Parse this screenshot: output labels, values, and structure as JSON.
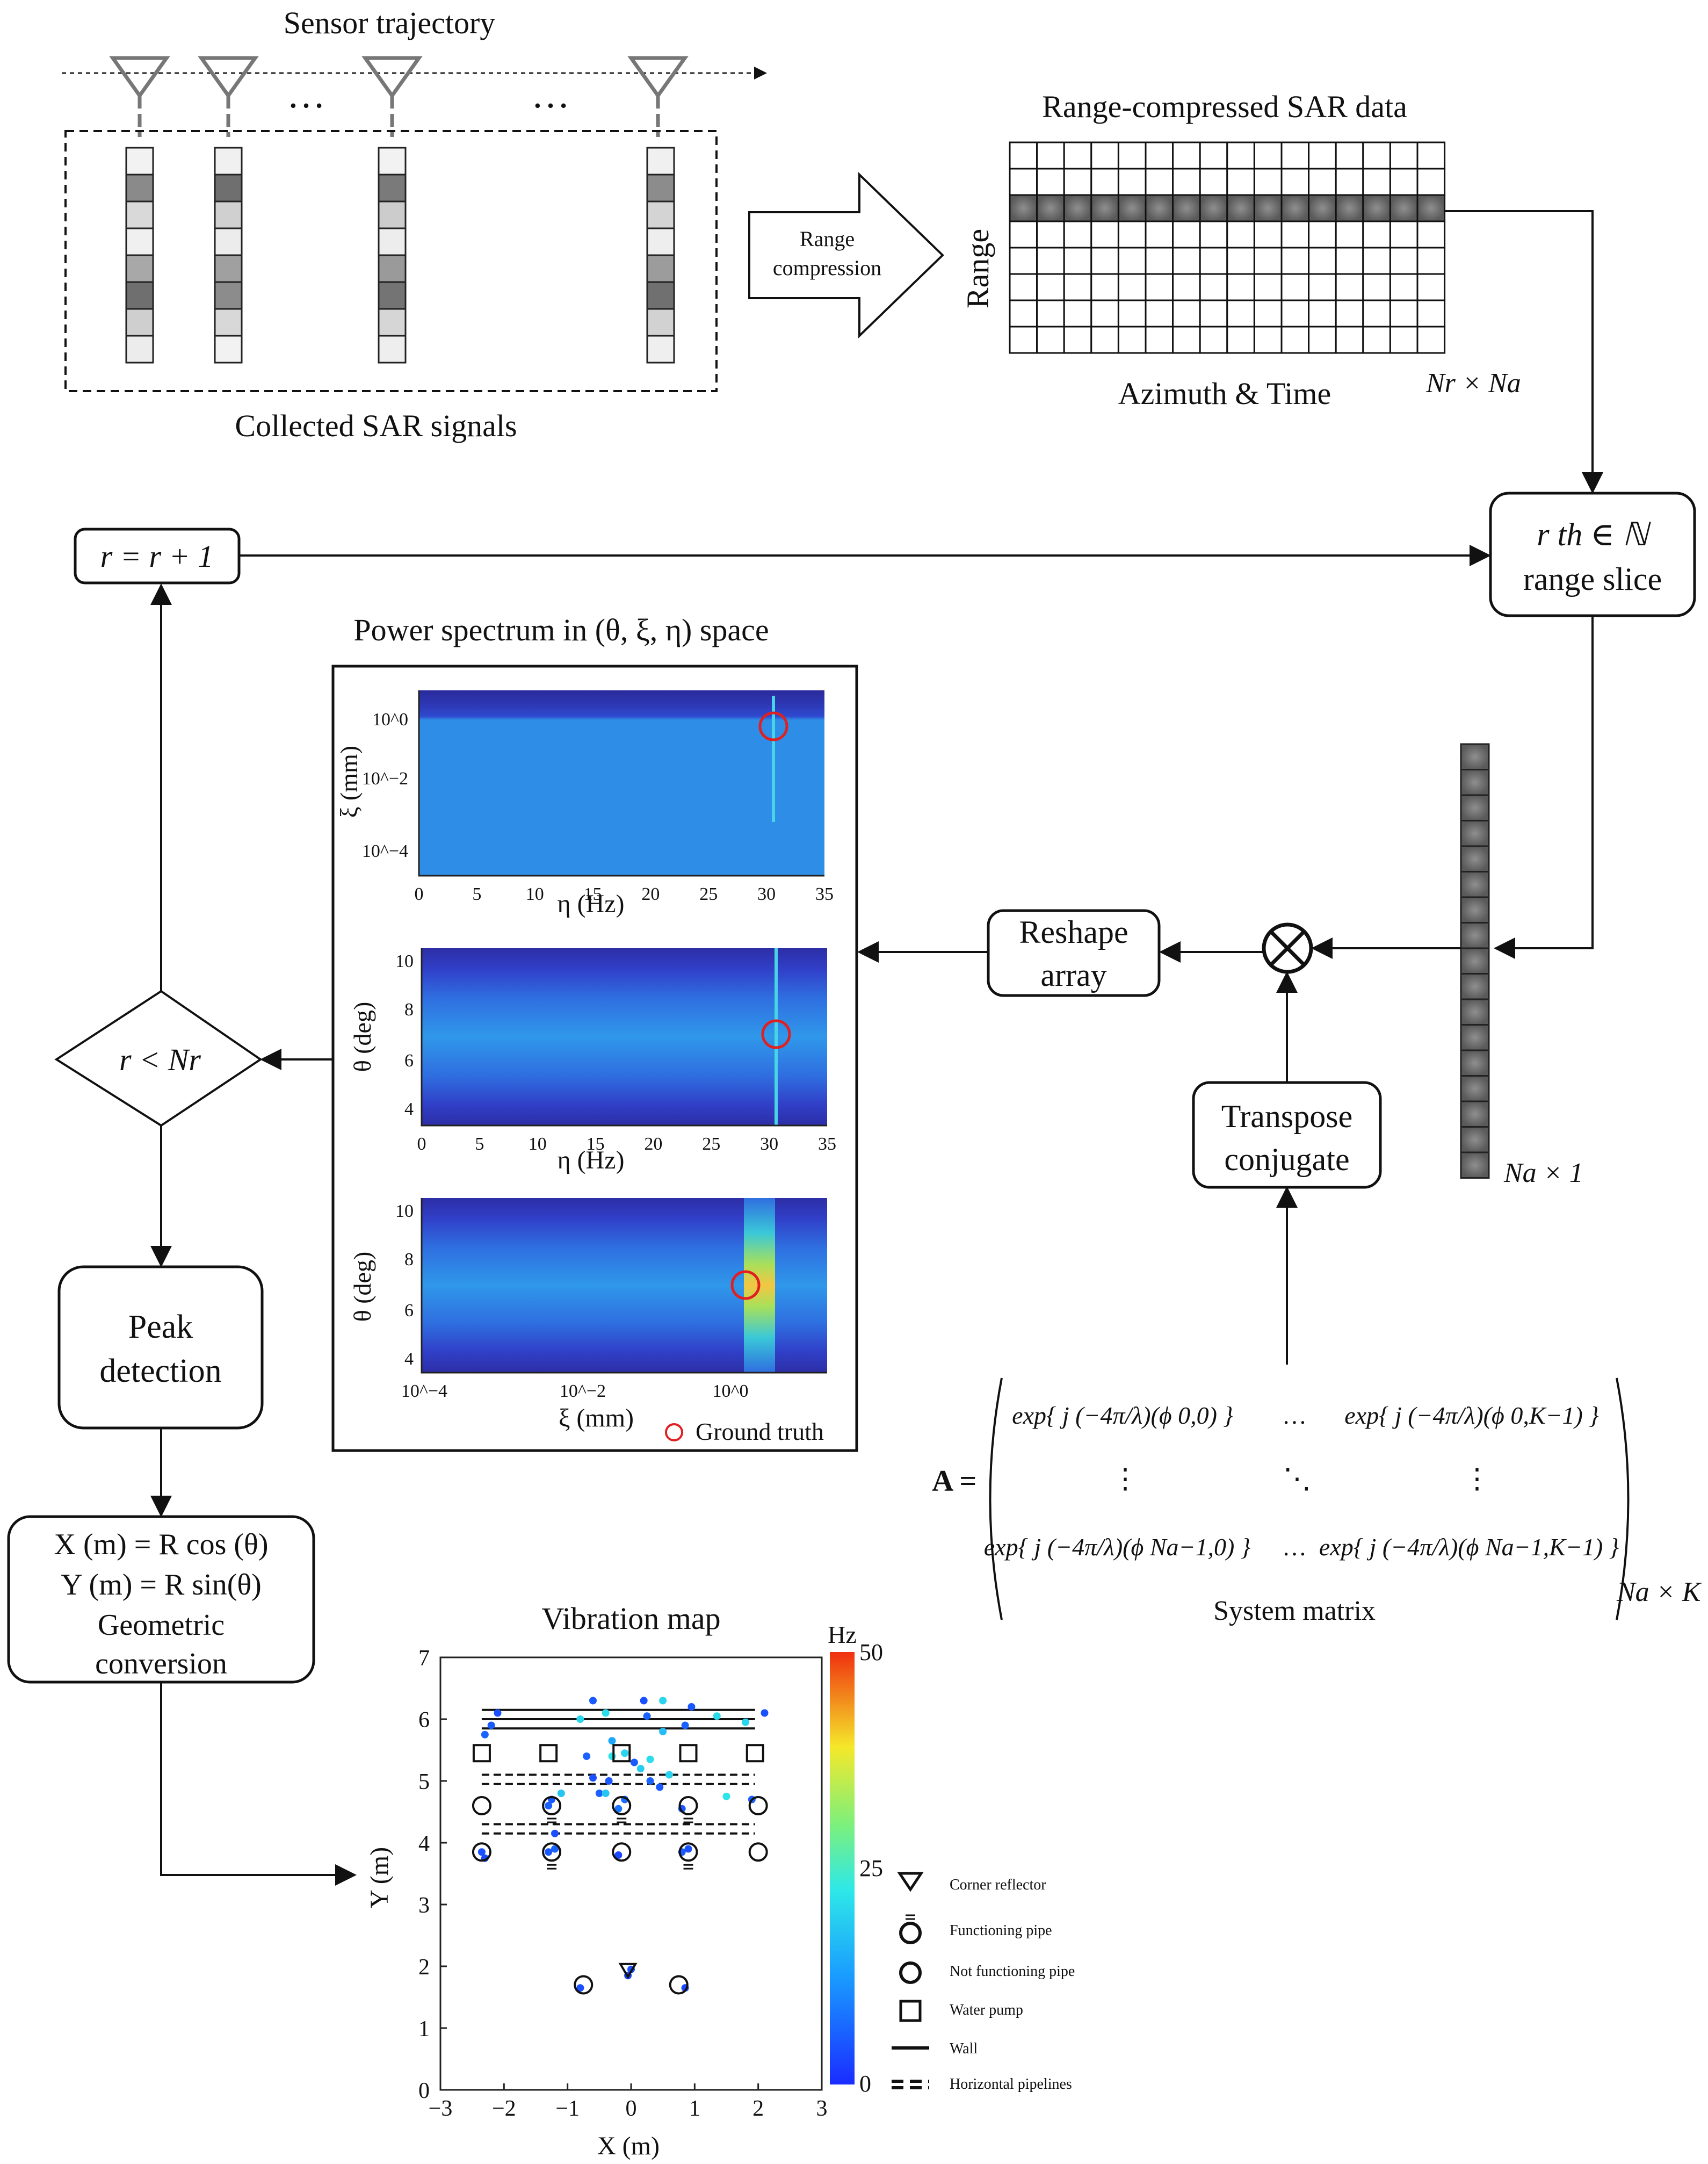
{
  "sensor": {
    "trajectory_label": "Sensor trajectory",
    "dots": "…",
    "collected_label": "Collected SAR signals"
  },
  "range_compression": {
    "label_line1": "Range",
    "label_line2": "compression"
  },
  "rc_data": {
    "title": "Range-compressed SAR data",
    "y_label": "Range",
    "x_label": "Azimuth & Time",
    "size_label": "Nr × Na"
  },
  "range_slice": {
    "line1": "r th ∈ ℕ",
    "line2": "range slice"
  },
  "increment": {
    "label": "r = r + 1"
  },
  "power_spectrum": {
    "title": "Power spectrum in (θ, ξ, η) space",
    "plot1": {
      "ylabel": "ξ (mm)",
      "xlabel": "η (Hz)",
      "yticks": [
        "10^0",
        "10^−2",
        "10^−4"
      ],
      "xticks": [
        "0",
        "5",
        "10",
        "15",
        "20",
        "25",
        "30",
        "35"
      ]
    },
    "plot2": {
      "ylabel": "θ (deg)",
      "xlabel": "η (Hz)",
      "yticks": [
        "10",
        "8",
        "6",
        "4"
      ],
      "xticks": [
        "0",
        "5",
        "10",
        "15",
        "20",
        "25",
        "30",
        "35"
      ]
    },
    "plot3": {
      "ylabel": "θ (deg)",
      "xlabel": "ξ (mm)",
      "yticks": [
        "10",
        "8",
        "6",
        "4"
      ],
      "xticks": [
        "10^−4",
        "10^−2",
        "10^0"
      ]
    },
    "legend": "Ground truth"
  },
  "reshape": {
    "line1": "Reshape",
    "line2": "array"
  },
  "transpose": {
    "line1": "Transpose",
    "line2": "conjugate"
  },
  "vector_label": "Na × 1",
  "decision": {
    "label": "r < Nr"
  },
  "peak": {
    "line1": "Peak",
    "line2": "detection"
  },
  "geometric": {
    "line1": "X (m) = R cos (θ)",
    "line2": "Y (m) = R sin(θ)",
    "line3": "Geometric",
    "line4": "conversion"
  },
  "system_matrix": {
    "symbol": "A =",
    "label": "System matrix",
    "size_label": "Na × K",
    "e00": "exp{ j (−4π/λ)(ϕ 0,0) }",
    "e01": "exp{ j (−4π/λ)(ϕ 0,K−1) }",
    "e10": "exp{ j (−4π/λ)(ϕ Na−1,0) }",
    "e11": "exp{ j (−4π/λ)(ϕ Na−1,K−1) }",
    "hdots": "…",
    "vdots": "⋮",
    "ddots": "⋱"
  },
  "chart_data": {
    "type": "scatter",
    "title": "Vibration map",
    "xlabel": "X (m)",
    "ylabel": "Y (m)",
    "xlim": [
      -3,
      3
    ],
    "ylim": [
      0,
      7
    ],
    "xticks": [
      -3,
      -2,
      -1,
      0,
      1,
      2,
      3
    ],
    "yticks": [
      0,
      1,
      2,
      3,
      4,
      5,
      6,
      7
    ],
    "colorbar": {
      "label": "Hz",
      "ticks": [
        0,
        25,
        50
      ],
      "range": [
        0,
        50
      ]
    },
    "legend": [
      "Corner reflector",
      "Functioning pipe",
      "Not functioning pipe",
      "Water pump",
      "Wall",
      "Horizontal pipelines"
    ],
    "points": [
      {
        "x": -2.3,
        "y": 3.75,
        "hz": 3
      },
      {
        "x": -2.35,
        "y": 3.85,
        "hz": 4
      },
      {
        "x": -1.3,
        "y": 3.85,
        "hz": 5
      },
      {
        "x": -1.2,
        "y": 3.9,
        "hz": 6
      },
      {
        "x": -0.2,
        "y": 3.8,
        "hz": 3
      },
      {
        "x": 0.8,
        "y": 3.85,
        "hz": 5
      },
      {
        "x": 0.9,
        "y": 3.9,
        "hz": 4
      },
      {
        "x": -1.3,
        "y": 4.6,
        "hz": 6
      },
      {
        "x": -1.25,
        "y": 4.7,
        "hz": 5
      },
      {
        "x": -0.2,
        "y": 4.55,
        "hz": 8
      },
      {
        "x": -0.1,
        "y": 4.7,
        "hz": 7
      },
      {
        "x": 0.8,
        "y": 4.55,
        "hz": 5
      },
      {
        "x": -0.5,
        "y": 4.8,
        "hz": 6
      },
      {
        "x": -0.35,
        "y": 5.0,
        "hz": 5
      },
      {
        "x": -0.6,
        "y": 5.05,
        "hz": 4
      },
      {
        "x": 0.3,
        "y": 5.0,
        "hz": 6
      },
      {
        "x": 0.45,
        "y": 4.9,
        "hz": 5
      },
      {
        "x": -0.7,
        "y": 5.4,
        "hz": 6
      },
      {
        "x": 0.05,
        "y": 5.3,
        "hz": 5
      },
      {
        "x": 1.9,
        "y": 4.7,
        "hz": 6
      },
      {
        "x": -2.1,
        "y": 6.1,
        "hz": 4
      },
      {
        "x": -2.2,
        "y": 5.9,
        "hz": 5
      },
      {
        "x": -0.6,
        "y": 6.3,
        "hz": 5
      },
      {
        "x": 0.2,
        "y": 6.3,
        "hz": 4
      },
      {
        "x": 0.95,
        "y": 6.2,
        "hz": 5
      },
      {
        "x": 2.1,
        "y": 6.1,
        "hz": 4
      },
      {
        "x": -2.3,
        "y": 5.75,
        "hz": 6
      },
      {
        "x": 0.25,
        "y": 6.05,
        "hz": 6
      },
      {
        "x": 0.85,
        "y": 5.9,
        "hz": 6
      },
      {
        "x": -0.3,
        "y": 5.65,
        "hz": 14
      },
      {
        "x": 0.5,
        "y": 5.8,
        "hz": 17
      },
      {
        "x": -0.8,
        "y": 6.0,
        "hz": 20
      },
      {
        "x": -0.3,
        "y": 5.4,
        "hz": 22
      },
      {
        "x": -0.1,
        "y": 5.45,
        "hz": 20
      },
      {
        "x": 0.3,
        "y": 5.35,
        "hz": 21
      },
      {
        "x": 0.15,
        "y": 5.2,
        "hz": 19
      },
      {
        "x": 0.6,
        "y": 5.1,
        "hz": 20
      },
      {
        "x": -0.4,
        "y": 4.8,
        "hz": 18
      },
      {
        "x": 1.5,
        "y": 4.75,
        "hz": 22
      },
      {
        "x": -1.1,
        "y": 4.8,
        "hz": 18
      },
      {
        "x": 1.35,
        "y": 6.05,
        "hz": 21
      },
      {
        "x": 1.8,
        "y": 5.95,
        "hz": 20
      },
      {
        "x": -0.4,
        "y": 6.1,
        "hz": 21
      },
      {
        "x": 0.5,
        "y": 6.3,
        "hz": 20
      },
      {
        "x": -1.2,
        "y": 4.15,
        "hz": 4
      },
      {
        "x": -0.05,
        "y": 1.85,
        "hz": 3
      },
      {
        "x": 0.0,
        "y": 1.95,
        "hz": 4
      },
      {
        "x": -0.8,
        "y": 1.65,
        "hz": 4
      },
      {
        "x": 0.85,
        "y": 1.65,
        "hz": 3
      }
    ],
    "not_functioning_pipes": [
      {
        "x": -2.35,
        "y": 3.85
      },
      {
        "x": -0.15,
        "y": 3.85
      },
      {
        "x": 2.0,
        "y": 3.85
      },
      {
        "x": -2.35,
        "y": 4.6
      },
      {
        "x": 2.0,
        "y": 4.6
      },
      {
        "x": -0.75,
        "y": 1.7
      },
      {
        "x": 0.75,
        "y": 1.7
      }
    ],
    "functioning_pipes": [
      {
        "x": -1.25,
        "y": 3.85
      },
      {
        "x": 0.9,
        "y": 3.85
      },
      {
        "x": -1.25,
        "y": 4.6
      },
      {
        "x": -0.15,
        "y": 4.6
      },
      {
        "x": 0.9,
        "y": 4.6
      }
    ],
    "water_pumps": [
      {
        "x": -2.35,
        "y": 5.45
      },
      {
        "x": -1.3,
        "y": 5.45
      },
      {
        "x": -0.15,
        "y": 5.45
      },
      {
        "x": 0.9,
        "y": 5.45
      },
      {
        "x": 1.95,
        "y": 5.45
      }
    ],
    "corner_reflectors": [
      {
        "x": -0.05,
        "y": 1.95
      }
    ],
    "walls": [
      {
        "x1": -2.35,
        "x2": 1.95,
        "y": 6.15
      },
      {
        "x1": -2.35,
        "x2": 1.95,
        "y": 6.0
      },
      {
        "x1": -2.35,
        "x2": 1.95,
        "y": 5.85
      }
    ],
    "horizontal_pipelines": [
      {
        "x1": -2.35,
        "x2": 1.95,
        "y": 5.1
      },
      {
        "x1": -2.35,
        "x2": 1.95,
        "y": 4.95
      },
      {
        "x1": -2.35,
        "x2": 1.95,
        "y": 4.3
      },
      {
        "x1": -2.35,
        "x2": 1.95,
        "y": 4.15
      }
    ]
  }
}
